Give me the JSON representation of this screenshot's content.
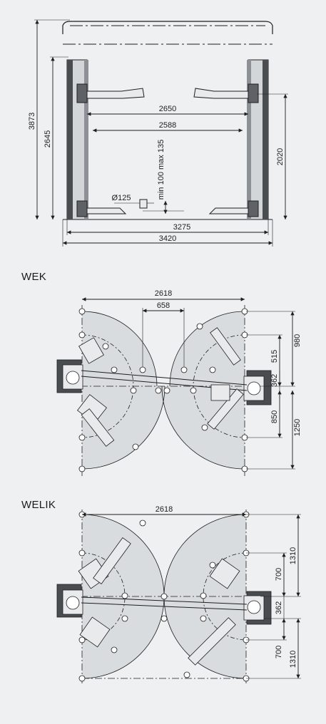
{
  "colors": {
    "background": "#eef0f1",
    "arm_shade": "#d9dcdf",
    "column_dark": "#4a4d50",
    "line": "#1e1e1e"
  },
  "front_view": {
    "dims": {
      "total_height": "3873",
      "column_height": "2645",
      "inner_width_1": "2650",
      "inner_width_2": "2588",
      "lift_height": "2020",
      "pad_height": "min 100 max 135",
      "pad_diameter": "Ø125",
      "base_width": "3275",
      "overall_width": "3420"
    }
  },
  "wek": {
    "title": "WEK",
    "dims": {
      "width": "2618",
      "gap": "658",
      "d980": "980",
      "d515": "515",
      "d362": "362",
      "d850": "850",
      "d1250": "1250"
    }
  },
  "welik": {
    "title": "WELIK",
    "dims": {
      "width": "2618",
      "d1310a": "1310",
      "d700a": "700",
      "d362": "362",
      "d700b": "700",
      "d1310b": "1310"
    }
  }
}
